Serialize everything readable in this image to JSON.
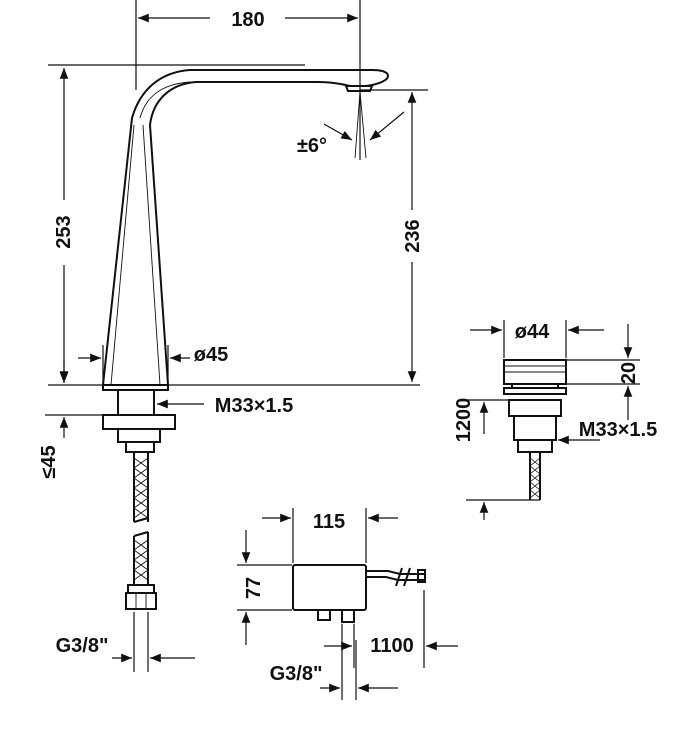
{
  "dimensions": {
    "spout_reach": "180",
    "spout_angle": "±6°",
    "total_height": "253",
    "outlet_height": "236",
    "base_diameter": "ø45",
    "thread_main": "M33×1.5",
    "deck_thickness": "≤45",
    "connector_main": "G3/8\"",
    "sensor_diameter": "ø44",
    "sensor_height": "20",
    "sensor_thread": "M33×1.5",
    "sensor_cable": "1200",
    "box_width": "115",
    "box_height": "77",
    "box_cable": "1100",
    "box_connector": "G3/8\""
  }
}
